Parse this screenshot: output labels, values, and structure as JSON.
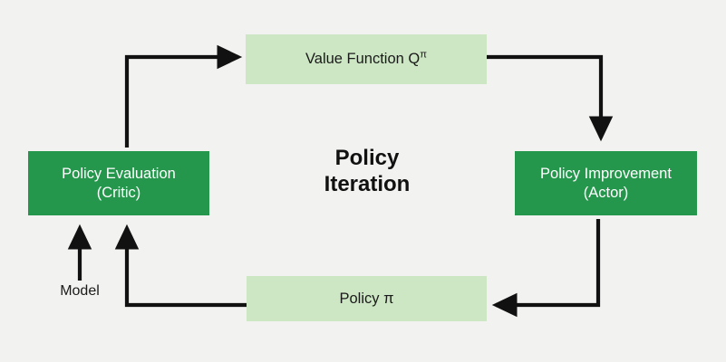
{
  "diagram": {
    "title": "Policy Iteration",
    "background_color": "#F2F2F0",
    "colors": {
      "dark_green": "#24974C",
      "light_green": "#CDE7C4",
      "arrow": "#111111",
      "dark_text": "#1A1A1A",
      "light_text": "#FFFFFF"
    },
    "center_title": {
      "line1": "Policy",
      "line2": "Iteration"
    },
    "nodes": [
      {
        "id": "value-function",
        "label": "Value Function Q",
        "superscript": "π",
        "style": "light"
      },
      {
        "id": "policy-improvement",
        "label_line1": "Policy Improvement",
        "label_line2": "(Actor)",
        "style": "dark"
      },
      {
        "id": "policy",
        "label": "Policy π",
        "style": "light"
      },
      {
        "id": "policy-evaluation",
        "label_line1": "Policy Evaluation",
        "label_line2": "(Critic)",
        "style": "dark"
      }
    ],
    "external_input": {
      "label": "Model"
    }
  }
}
